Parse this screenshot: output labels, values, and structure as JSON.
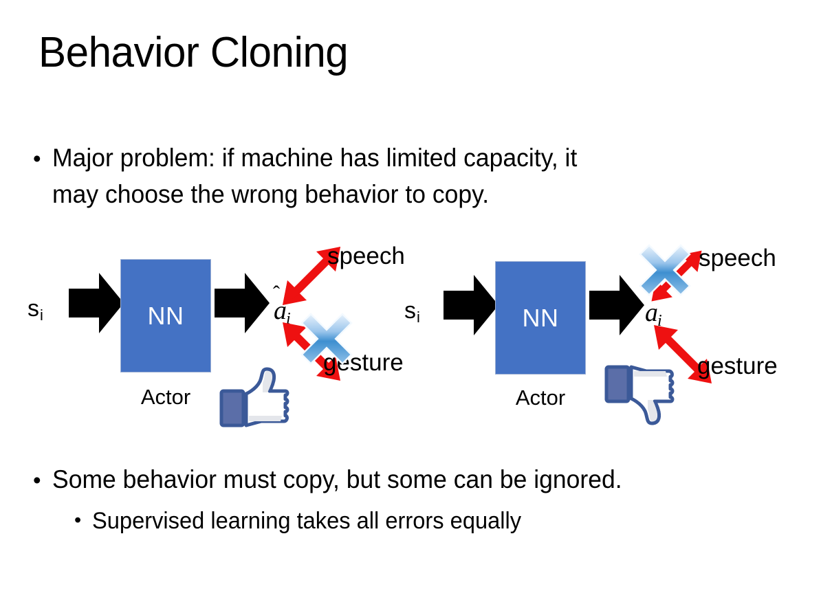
{
  "slide": {
    "title": "Behavior Cloning",
    "background_color": "#FFFFFF",
    "bullets": [
      {
        "marker": "•",
        "text": "Major problem: if machine has limited capacity, it\nmay choose the wrong behavior to copy.",
        "level": 1
      },
      {
        "marker": "•",
        "text": "Some behavior must copy, but some can be ignored.",
        "level": 1
      },
      {
        "marker": "•",
        "text": "Supervised learning takes all errors equally",
        "level": 2
      }
    ]
  },
  "colors": {
    "nn_box_fill": "#4472C4",
    "nn_box_border": "#9DB0D4",
    "nn_label_text": "#FFFFFF",
    "black_arrow": "#000000",
    "red_arrow": "#EE1111",
    "blue_x_light": "#CFE2F7",
    "blue_x_dark": "#2E7BC4",
    "thumb_outline": "#3B5998",
    "thumb_cuff": "#5B6EA8",
    "thumb_hand": "#FFFFFF",
    "thumb_shadow": "#E4E6EB",
    "text": "#000000"
  },
  "diagrams": [
    {
      "id": "left",
      "caption_role": "correct-copy",
      "input_label": "s",
      "input_subscript": "i",
      "box_label": "NN",
      "box_caption": "Actor",
      "output_label": "a",
      "output_subscript": "i",
      "output_has_hat": true,
      "branches": [
        {
          "name": "speech",
          "label": "speech",
          "direction": "up-right",
          "crossed_out": false
        },
        {
          "name": "gesture",
          "label": "gesture",
          "direction": "down-right",
          "crossed_out": true
        }
      ],
      "feedback_icon": "thumbs-up",
      "feedback_icon_name": "thumbs-up-icon"
    },
    {
      "id": "right",
      "caption_role": "wrong-copy",
      "input_label": "s",
      "input_subscript": "i",
      "box_label": "NN",
      "box_caption": "Actor",
      "output_label": "a",
      "output_subscript": "i",
      "output_has_hat": true,
      "branches": [
        {
          "name": "speech",
          "label": "speech",
          "direction": "up-right",
          "crossed_out": true
        },
        {
          "name": "gesture",
          "label": "gesture",
          "direction": "down-right",
          "crossed_out": false
        }
      ],
      "feedback_icon": "thumbs-down",
      "feedback_icon_name": "thumbs-down-icon"
    }
  ],
  "icons": {
    "input_arrow": "right-block-arrow-icon",
    "output_arrow": "right-block-arrow-icon",
    "branch_arrow": "red-double-arrow-icon",
    "cross_out": "blue-x-icon"
  }
}
